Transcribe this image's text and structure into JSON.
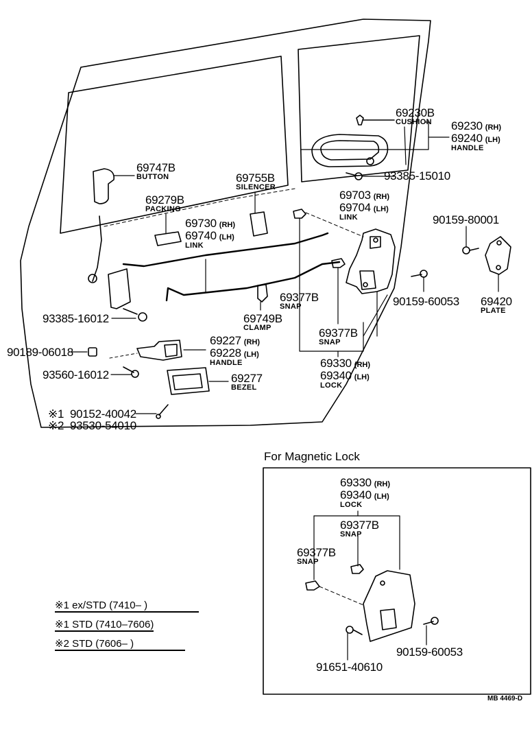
{
  "parts": {
    "cushion": {
      "pn": "69230B",
      "name": "CUSHION"
    },
    "outer_handle": {
      "rh": "69230",
      "lh": "69240",
      "rh_tag": "(RH)",
      "lh_tag": "(LH)",
      "name": "HANDLE"
    },
    "screw_outer": {
      "pn": "93385-15010"
    },
    "button": {
      "pn": "69747B",
      "name": "BUTTON"
    },
    "silencer": {
      "pn": "69755B",
      "name": "SILENCER"
    },
    "packing": {
      "pn": "69279B",
      "name": "PACKING"
    },
    "link_upper": {
      "rh": "69703",
      "lh": "69704",
      "rh_tag": "(RH)",
      "lh_tag": "(LH)",
      "name": "LINK"
    },
    "link_lower": {
      "rh": "69730",
      "lh": "69740",
      "rh_tag": "(RH)",
      "lh_tag": "(LH)",
      "name": "LINK"
    },
    "bolt_plate": {
      "pn": "90159-80001"
    },
    "snap_a": {
      "pn": "69377B",
      "name": "SNAP"
    },
    "snap_b": {
      "pn": "69377B",
      "name": "SNAP"
    },
    "bolt_lock": {
      "pn": "90159-60053"
    },
    "plate": {
      "pn": "69420",
      "name": "PLATE"
    },
    "screw_bracket": {
      "pn": "93385-16012"
    },
    "clamp": {
      "pn": "69749B",
      "name": "CLAMP"
    },
    "nut": {
      "pn": "90189-06018"
    },
    "inner_handle": {
      "rh": "69227",
      "lh": "69228",
      "rh_tag": "(RH)",
      "lh_tag": "(LH)",
      "name": "HANDLE"
    },
    "lock": {
      "rh": "69330",
      "lh": "69340",
      "rh_tag": "(RH)",
      "lh_tag": "(LH)",
      "name": "LOCK"
    },
    "screw_handle": {
      "pn": "93560-16012"
    },
    "bezel": {
      "pn": "69277",
      "name": "BEZEL"
    },
    "screw_bezel_1": {
      "mark": "※1",
      "pn": "90152-40042"
    },
    "screw_bezel_2": {
      "mark": "※2",
      "pn": "93530-54010"
    }
  },
  "inset": {
    "title": "For Magnetic Lock",
    "lock": {
      "rh": "69330",
      "lh": "69340",
      "rh_tag": "(RH)",
      "lh_tag": "(LH)",
      "name": "LOCK"
    },
    "snap_a": {
      "pn": "69377B",
      "name": "SNAP"
    },
    "snap_b": {
      "pn": "69377B",
      "name": "SNAP"
    },
    "bolt": {
      "pn": "90159-60053"
    },
    "screw": {
      "pn": "91651-40610"
    }
  },
  "notes": [
    "※1  ex/STD (7410–        )",
    "※1  STD (7410–7606)",
    "※2  STD (7606–        )"
  ],
  "diagram_code": "MB 4469-D"
}
